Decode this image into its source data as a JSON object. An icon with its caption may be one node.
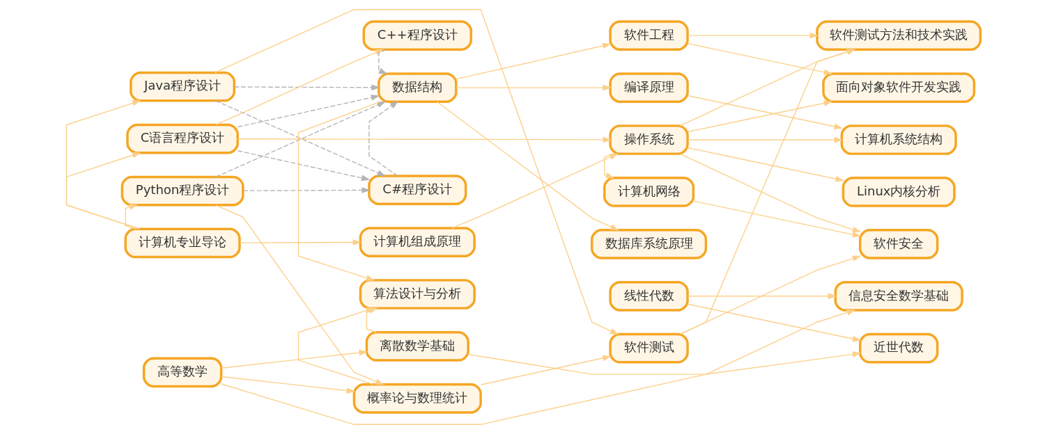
{
  "diagram": {
    "nodes": [
      {
        "text": [
          "Java程序设计"
        ]
      },
      {
        "text": [
          "C语言程序设计"
        ]
      },
      {
        "text": [
          "Python程序设计"
        ]
      },
      {
        "text": [
          "计算机专业导论"
        ]
      },
      {
        "text": [
          "高等数学"
        ]
      },
      {
        "text": [
          "C++程序设计"
        ]
      },
      {
        "text": [
          "数据结构"
        ]
      },
      {
        "text": [
          "C#程序设计"
        ]
      },
      {
        "text": [
          "计算机组成原理"
        ]
      },
      {
        "text": [
          "算法设计与分析"
        ]
      },
      {
        "text": [
          "离散数学基础"
        ]
      },
      {
        "text": [
          "概率论与数理统计"
        ]
      },
      {
        "text": [
          "软件工程"
        ]
      },
      {
        "text": [
          "编译原理"
        ]
      },
      {
        "text": [
          "操作系统"
        ]
      },
      {
        "text": [
          "计算机网络"
        ]
      },
      {
        "text": [
          "数据库系统原理"
        ]
      },
      {
        "text": [
          "线性代数"
        ]
      },
      {
        "text": [
          "软件测试"
        ]
      },
      {
        "text": [
          "软件测试方法和技术实践"
        ]
      },
      {
        "text": [
          "面向对象软件开发实践"
        ]
      },
      {
        "text": [
          "计算机系统结构"
        ]
      },
      {
        "text": [
          "Linux内核分析"
        ]
      },
      {
        "text": [
          "软件安全"
        ]
      },
      {
        "text": [
          "信息安全数学基础"
        ]
      },
      {
        "text": [
          "近世代数"
        ]
      }
    ],
    "edges": [
      {
        "from": 3,
        "to": 0,
        "arrow": "to"
      },
      {
        "from": 3,
        "to": 1,
        "arrow": "to"
      },
      {
        "from": 3,
        "to": 2,
        "arrow": "to"
      },
      {
        "from": 3,
        "to": 8,
        "arrow": "to"
      },
      {
        "from": 0,
        "to": 6,
        "arrow": "to",
        "style": "dashed",
        "color": "#b4b4b4"
      },
      {
        "from": 0,
        "to": 7,
        "arrow": "to",
        "style": "dashed",
        "color": "#b4b4b4"
      },
      {
        "from": 1,
        "to": 6,
        "arrow": "to",
        "style": "dashed",
        "color": "#b4b4b4"
      },
      {
        "from": 1,
        "to": 7,
        "arrow": "to",
        "style": "dashed",
        "color": "#b4b4b4"
      },
      {
        "from": 2,
        "to": 6,
        "arrow": "to",
        "style": "dashed",
        "color": "#b4b4b4"
      },
      {
        "from": 2,
        "to": 7,
        "arrow": "to",
        "style": "dashed",
        "color": "#b4b4b4"
      },
      {
        "from": 5,
        "to": 6,
        "arrow": "to",
        "style": "dashed",
        "color": "#b4b4b4"
      },
      {
        "from": 7,
        "to": 6,
        "arrow": "to",
        "style": "dashed",
        "color": "#b4b4b4"
      },
      {
        "from": 1,
        "to": 5,
        "arrow": "to"
      },
      {
        "from": 1,
        "to": 14,
        "arrow": "to"
      },
      {
        "from": 0,
        "to": 18,
        "arrow": "to"
      },
      {
        "from": 2,
        "to": 11,
        "arrow": "to"
      },
      {
        "from": 4,
        "to": 24,
        "arrow": "to"
      },
      {
        "from": 4,
        "to": 10,
        "arrow": "to"
      },
      {
        "from": 4,
        "to": 11,
        "arrow": "to"
      },
      {
        "from": 10,
        "to": 9,
        "arrow": "to"
      },
      {
        "from": 10,
        "to": 25,
        "arrow": "to"
      },
      {
        "from": 6,
        "to": 12,
        "arrow": "to"
      },
      {
        "from": 6,
        "to": 13,
        "arrow": "to"
      },
      {
        "from": 6,
        "to": 9,
        "arrow": "to"
      },
      {
        "from": 6,
        "to": 16,
        "arrow": "to"
      },
      {
        "from": 11,
        "to": 9,
        "arrow": "to"
      },
      {
        "from": 11,
        "to": 18,
        "arrow": "to"
      },
      {
        "from": 8,
        "to": 14,
        "arrow": "to"
      },
      {
        "from": 14,
        "to": 15,
        "arrow": "to"
      },
      {
        "from": 12,
        "to": 19,
        "arrow": "to"
      },
      {
        "from": 12,
        "to": 20,
        "arrow": "to"
      },
      {
        "from": 13,
        "to": 21,
        "arrow": "to"
      },
      {
        "from": 14,
        "to": 19,
        "arrow": "to"
      },
      {
        "from": 14,
        "to": 20,
        "arrow": "to"
      },
      {
        "from": 14,
        "to": 21,
        "arrow": "to"
      },
      {
        "from": 14,
        "to": 22,
        "arrow": "to"
      },
      {
        "from": 14,
        "to": 23,
        "arrow": "to"
      },
      {
        "from": 15,
        "to": 23,
        "arrow": "to"
      },
      {
        "from": 18,
        "to": 19,
        "arrow": "to"
      },
      {
        "from": 18,
        "to": 23,
        "arrow": "to"
      },
      {
        "from": 17,
        "to": 24,
        "arrow": "to"
      },
      {
        "from": 17,
        "to": 25,
        "arrow": "to"
      }
    ]
  }
}
